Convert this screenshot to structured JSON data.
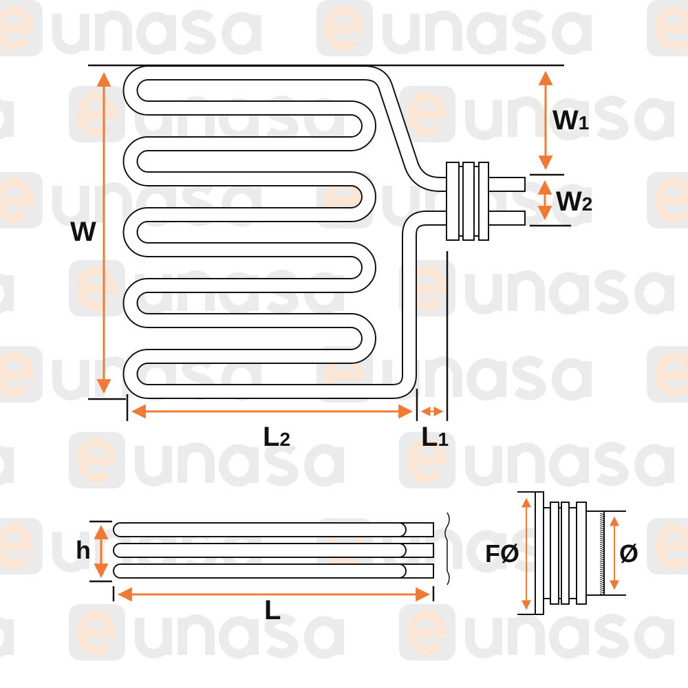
{
  "watermark": {
    "text": "eunasa",
    "brand_letter": "e",
    "rest": "unasa"
  },
  "labels": {
    "W": "W",
    "W1_main": "W",
    "W1_sub": "1",
    "W2_main": "W",
    "W2_sub": "2",
    "L2_main": "L",
    "L2_sub": "2",
    "L1_main": "L",
    "L1_sub": "1",
    "h": "h",
    "L": "L",
    "F_diameter": "FØ",
    "diameter": "Ø"
  },
  "colors": {
    "dimension": "#ef7a35",
    "line": "#111111",
    "watermark": "#ebebeb",
    "watermark_brand": "#fbe6d6"
  }
}
